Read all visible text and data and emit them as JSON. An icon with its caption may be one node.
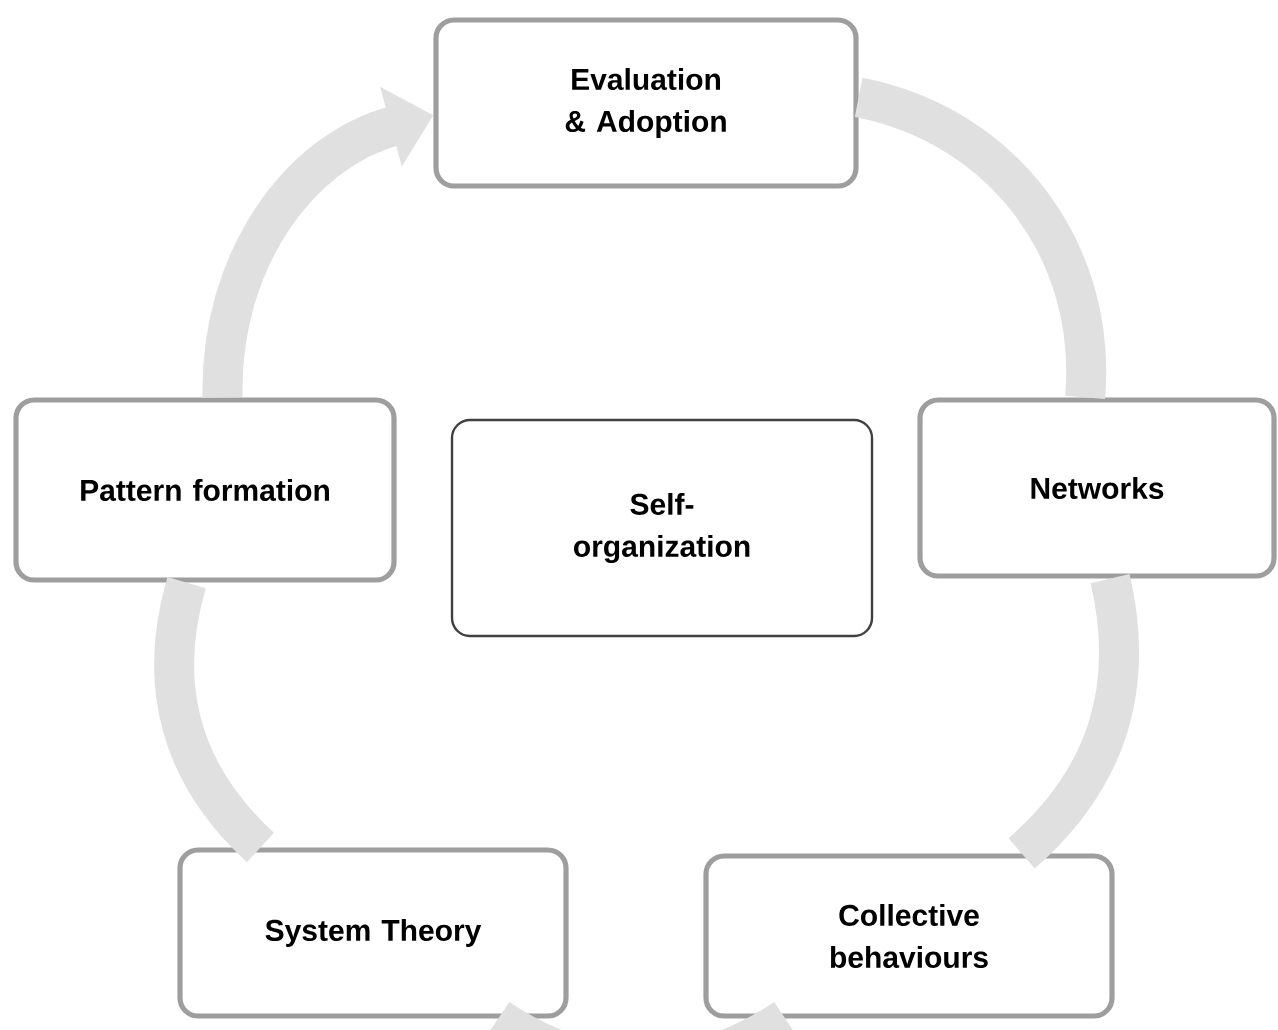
{
  "diagram": {
    "nodes": [
      {
        "text": [
          "Evaluation & Adoption"
        ]
      },
      {
        "text": [
          "Networks"
        ]
      },
      {
        "text": [
          "Collective behaviours"
        ]
      },
      {
        "text": [
          "System Theory"
        ]
      },
      {
        "text": [
          "Pattern formation"
        ]
      },
      {
        "text": [
          "Self-organization"
        ]
      }
    ],
    "edges": [
      {
        "from": 0,
        "to": 1,
        "arrow": "none"
      },
      {
        "from": 1,
        "to": 2,
        "arrow": "none"
      },
      {
        "from": 2,
        "to": 3,
        "arrow": "none"
      },
      {
        "from": 3,
        "to": 4,
        "arrow": "none"
      },
      {
        "from": 4,
        "to": 0,
        "arrow": "to"
      }
    ]
  }
}
